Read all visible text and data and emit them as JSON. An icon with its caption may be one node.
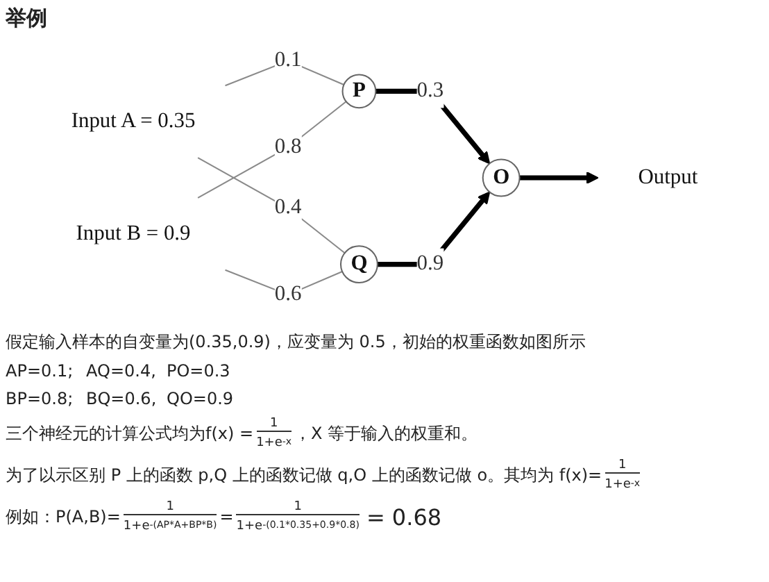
{
  "diagram": {
    "title": "举例",
    "nodes": [
      {
        "text": [
          "Input A = 0.35"
        ]
      },
      {
        "text": [
          "Input B = 0.9"
        ]
      },
      {
        "text": [
          "P"
        ]
      },
      {
        "text": [
          "Q"
        ]
      },
      {
        "text": [
          "O"
        ]
      },
      {
        "text": [
          "Output"
        ]
      }
    ],
    "edges": [
      {
        "from": 0,
        "to": 2,
        "arrow": "none",
        "label": "0.1"
      },
      {
        "from": 1,
        "to": 2,
        "arrow": "none",
        "label": "0.8"
      },
      {
        "from": 0,
        "to": 3,
        "arrow": "none",
        "label": "0.4"
      },
      {
        "from": 1,
        "to": 3,
        "arrow": "none",
        "label": "0.6"
      },
      {
        "from": 2,
        "to": 4,
        "arrow": "to",
        "label": "0.3",
        "style": "thick",
        "color": "#000000"
      },
      {
        "from": 3,
        "to": 4,
        "arrow": "to",
        "label": "0.9",
        "style": "thick",
        "color": "#000000"
      },
      {
        "from": 4,
        "to": 5,
        "arrow": "to",
        "style": "thick",
        "color": "#000000"
      }
    ],
    "labels": [
      "假定输入样本的自变量为(0.35,0.9)，应变量为 0.5，初始的权重函数如图所示",
      "AP=0.1;",
      "AQ=0.4,",
      "PO=0.3",
      "BP=0.8;",
      "BQ=0.6,",
      "QO=0.9",
      "三个神经元的计算公式均为f(x) =",
      "1",
      "1+e",
      "-x",
      "，X 等于输入的权重和。",
      "为了以示区别 P 上的函数 p,Q 上的函数记做 q,O 上的函数记做 o。其均为 f(x)=",
      "1",
      "1+e",
      "-x",
      "例如：P(A,B)=",
      "1",
      "1+e",
      "-(AP*A+BP*B)",
      "=",
      "1",
      "1+e",
      "-(0.1*0.35+0.9*0.8)",
      "= 0.68"
    ]
  }
}
